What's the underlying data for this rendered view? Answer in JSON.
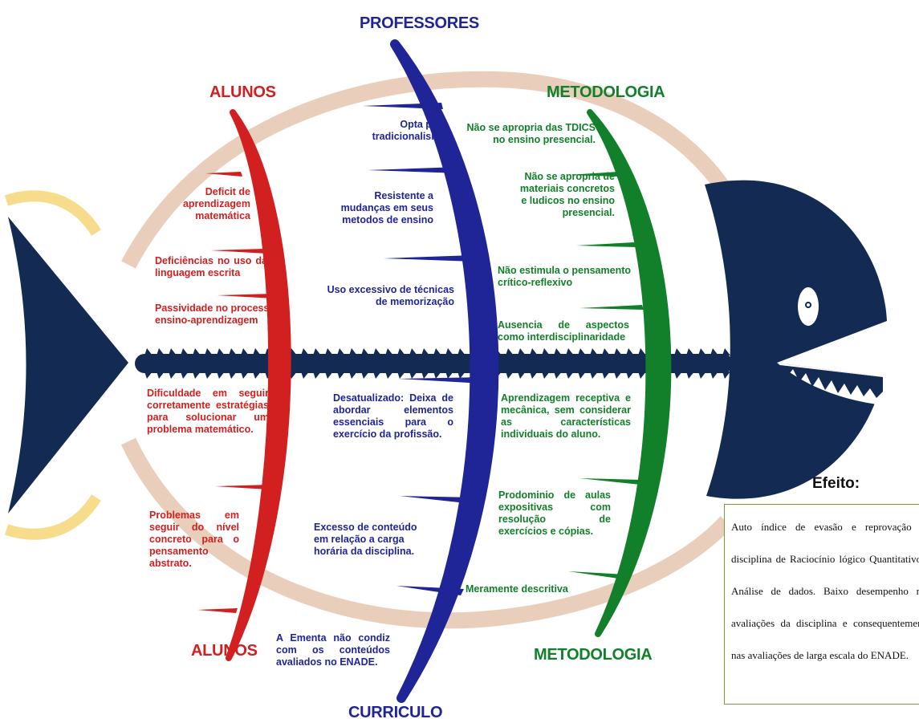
{
  "categories": {
    "alunos_top": "ALUNOS",
    "alunos_bottom": "ALUNOS",
    "professores": "PROFESSORES",
    "curriculo": "CURRICULO",
    "metodologia_top": "METODOLOGIA",
    "metodologia_bottom": "METODOLOGIA"
  },
  "alunos": [
    "Deficit de aprendizagem matemática",
    "Deficiências no uso da linguagem escrita",
    "Passividade no processo ensino-aprendizagem",
    "Dificuldade em seguir corretamente estratégias para solucionar um problema matemático.",
    "Problemas em seguir do nível concreto para o pensamento abstrato."
  ],
  "professores": [
    "Opta pelo tradicionalismo",
    "Resistente a mudanças em seus metodos de ensino",
    "Uso excessivo de técnicas de memorização"
  ],
  "curriculo": [
    "Desatualizado: Deixa de abordar elementos essenciais para o exercício da profissão.",
    "Excesso de conteúdo em relação a carga horária da disciplina.",
    "A Ementa não condiz com os conteúdos avaliados no ENADE."
  ],
  "metodologia": [
    "Não se apropria das TDICS no ensino presencial.",
    "Não se apropria de materiais concretos e ludicos no ensino presencial.",
    "Não estimula o pensamento crítico-reflexivo",
    "Ausencia de aspectos como interdisciplinaridade",
    "Aprendizagem receptiva e mecânica, sem considerar as características individuais do aluno.",
    "Prodominio de aulas expositivas com resolução de exercícios e cópias.",
    "Meramente descritiva"
  ],
  "effect": {
    "title": "Efeito:",
    "text": "Auto índice de evasão e reprovação na disciplina de Raciocínio lógico Quantitativo e Análise de dados. Baixo desempenho nas avaliações da disciplina e consequentemente nas avaliações de larga escala do ENADE."
  },
  "colors": {
    "alunos": "#d21f1f",
    "professores": "#1f2497",
    "metodologia": "#12802a",
    "spine": "#132a52",
    "body_band": "#e8c9b5",
    "tail_glow": "#f7dc8c"
  }
}
